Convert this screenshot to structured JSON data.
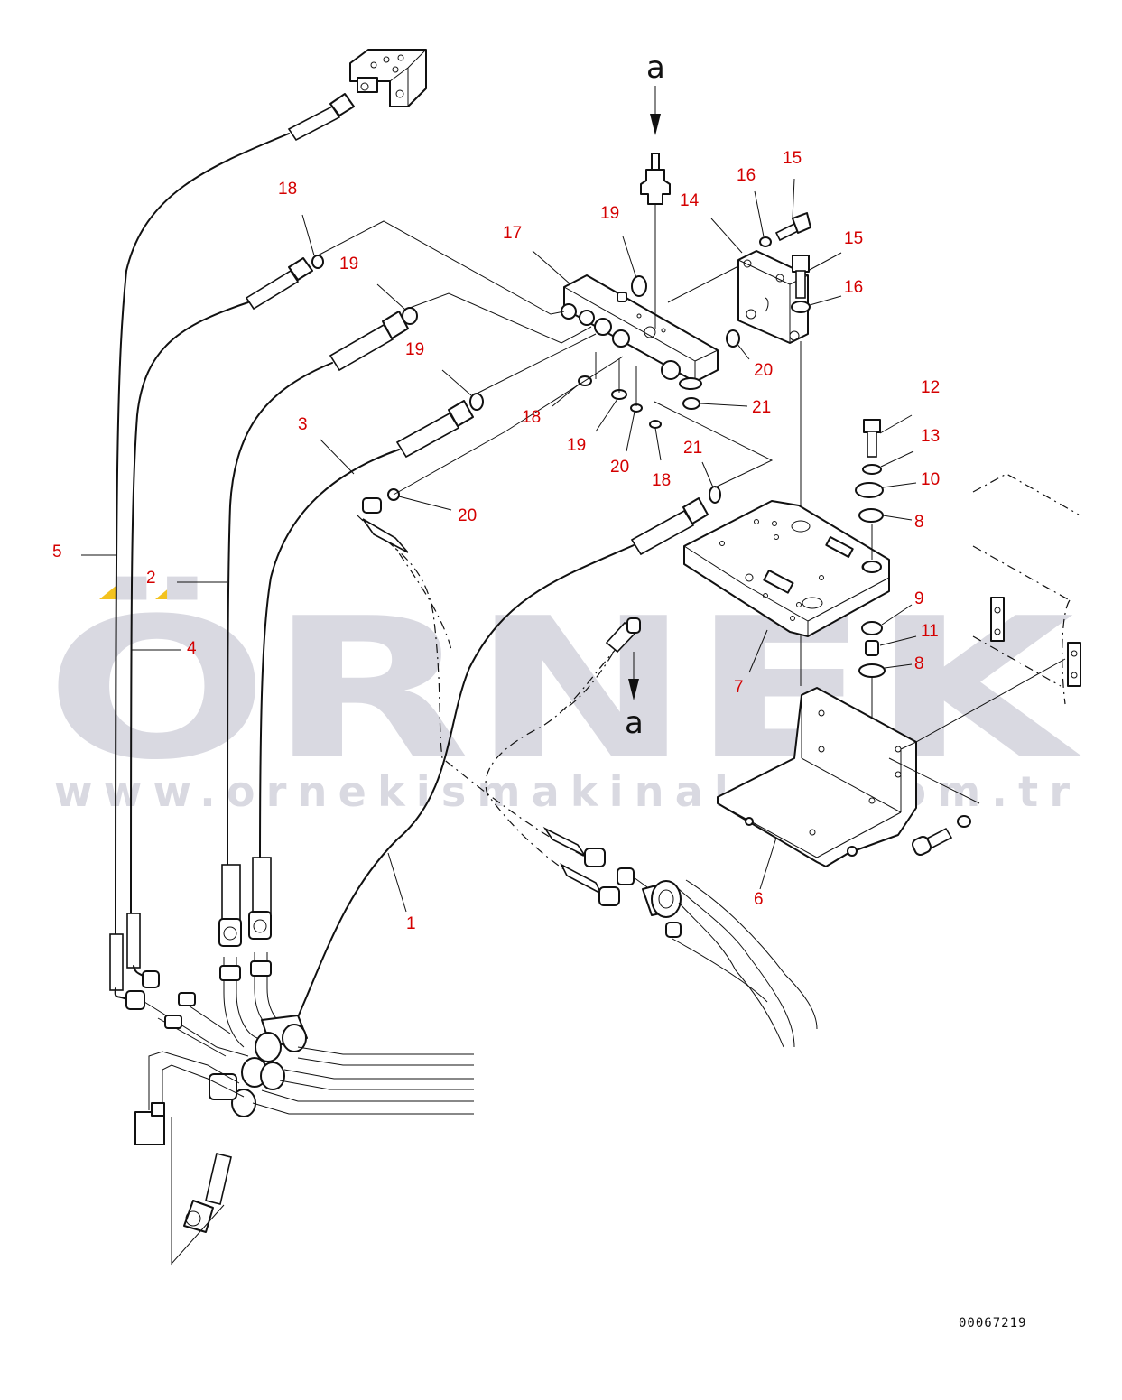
{
  "watermark": {
    "brand": "ÖRNEK",
    "url": "www.ornekismakinalari.com.tr",
    "accent_color": "#f3c21e",
    "text_color": "#d9d9e1"
  },
  "view_marker": "a",
  "drawing_code": "00067219",
  "callout_color": "#d40000",
  "callouts": [
    {
      "id": "c18a",
      "label": "18"
    },
    {
      "id": "c19a",
      "label": "19"
    },
    {
      "id": "c17",
      "label": "17"
    },
    {
      "id": "c19b",
      "label": "19"
    },
    {
      "id": "c14",
      "label": "14"
    },
    {
      "id": "c16a",
      "label": "16"
    },
    {
      "id": "c15a",
      "label": "15"
    },
    {
      "id": "c15b",
      "label": "15"
    },
    {
      "id": "c16b",
      "label": "16"
    },
    {
      "id": "c19c",
      "label": "19"
    },
    {
      "id": "c20a",
      "label": "20"
    },
    {
      "id": "c21a",
      "label": "21"
    },
    {
      "id": "c18b",
      "label": "18"
    },
    {
      "id": "c19d",
      "label": "19"
    },
    {
      "id": "c20b",
      "label": "20"
    },
    {
      "id": "c18c",
      "label": "18"
    },
    {
      "id": "c21b",
      "label": "21"
    },
    {
      "id": "c3",
      "label": "3"
    },
    {
      "id": "c20c",
      "label": "20"
    },
    {
      "id": "c12",
      "label": "12"
    },
    {
      "id": "c13",
      "label": "13"
    },
    {
      "id": "c10",
      "label": "10"
    },
    {
      "id": "c8a",
      "label": "8"
    },
    {
      "id": "c9",
      "label": "9"
    },
    {
      "id": "c11",
      "label": "11"
    },
    {
      "id": "c8b",
      "label": "8"
    },
    {
      "id": "c7",
      "label": "7"
    },
    {
      "id": "c5",
      "label": "5"
    },
    {
      "id": "c2",
      "label": "2"
    },
    {
      "id": "c4",
      "label": "4"
    },
    {
      "id": "c1",
      "label": "1"
    },
    {
      "id": "c6",
      "label": "6"
    }
  ]
}
